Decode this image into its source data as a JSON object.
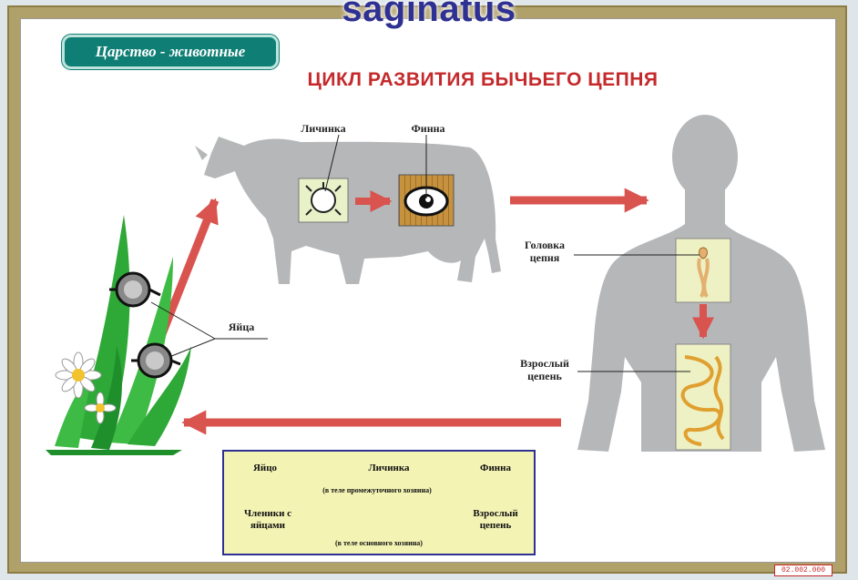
{
  "header": {
    "top_title": "saginatus",
    "kingdom_badge": "Царство - животные",
    "main_title": "ЦИКЛ РАЗВИТИЯ БЫЧЬЕГО ЦЕПНЯ"
  },
  "labels": {
    "larva": "Личинка",
    "finna": "Финна",
    "eggs": "Яйца",
    "head": "Головка цепня",
    "adult": "Взрослый цепень"
  },
  "legend": {
    "egg": "Яйцо",
    "larva": "Личинка",
    "finna": "Финна",
    "adult": "Взрослый цепень",
    "segments": "Членики с яйцами",
    "intermediate_host": "(в теле промежуточного хозяина)",
    "main_host": "(в теле основного хозяина)"
  },
  "code": "02.002.000",
  "colors": {
    "arrow": "#d9534f",
    "title": "#c5292b",
    "silhouette": "#b5b7b9",
    "badge": "#0f7f75",
    "legend_bg": "#f3f3b4"
  }
}
